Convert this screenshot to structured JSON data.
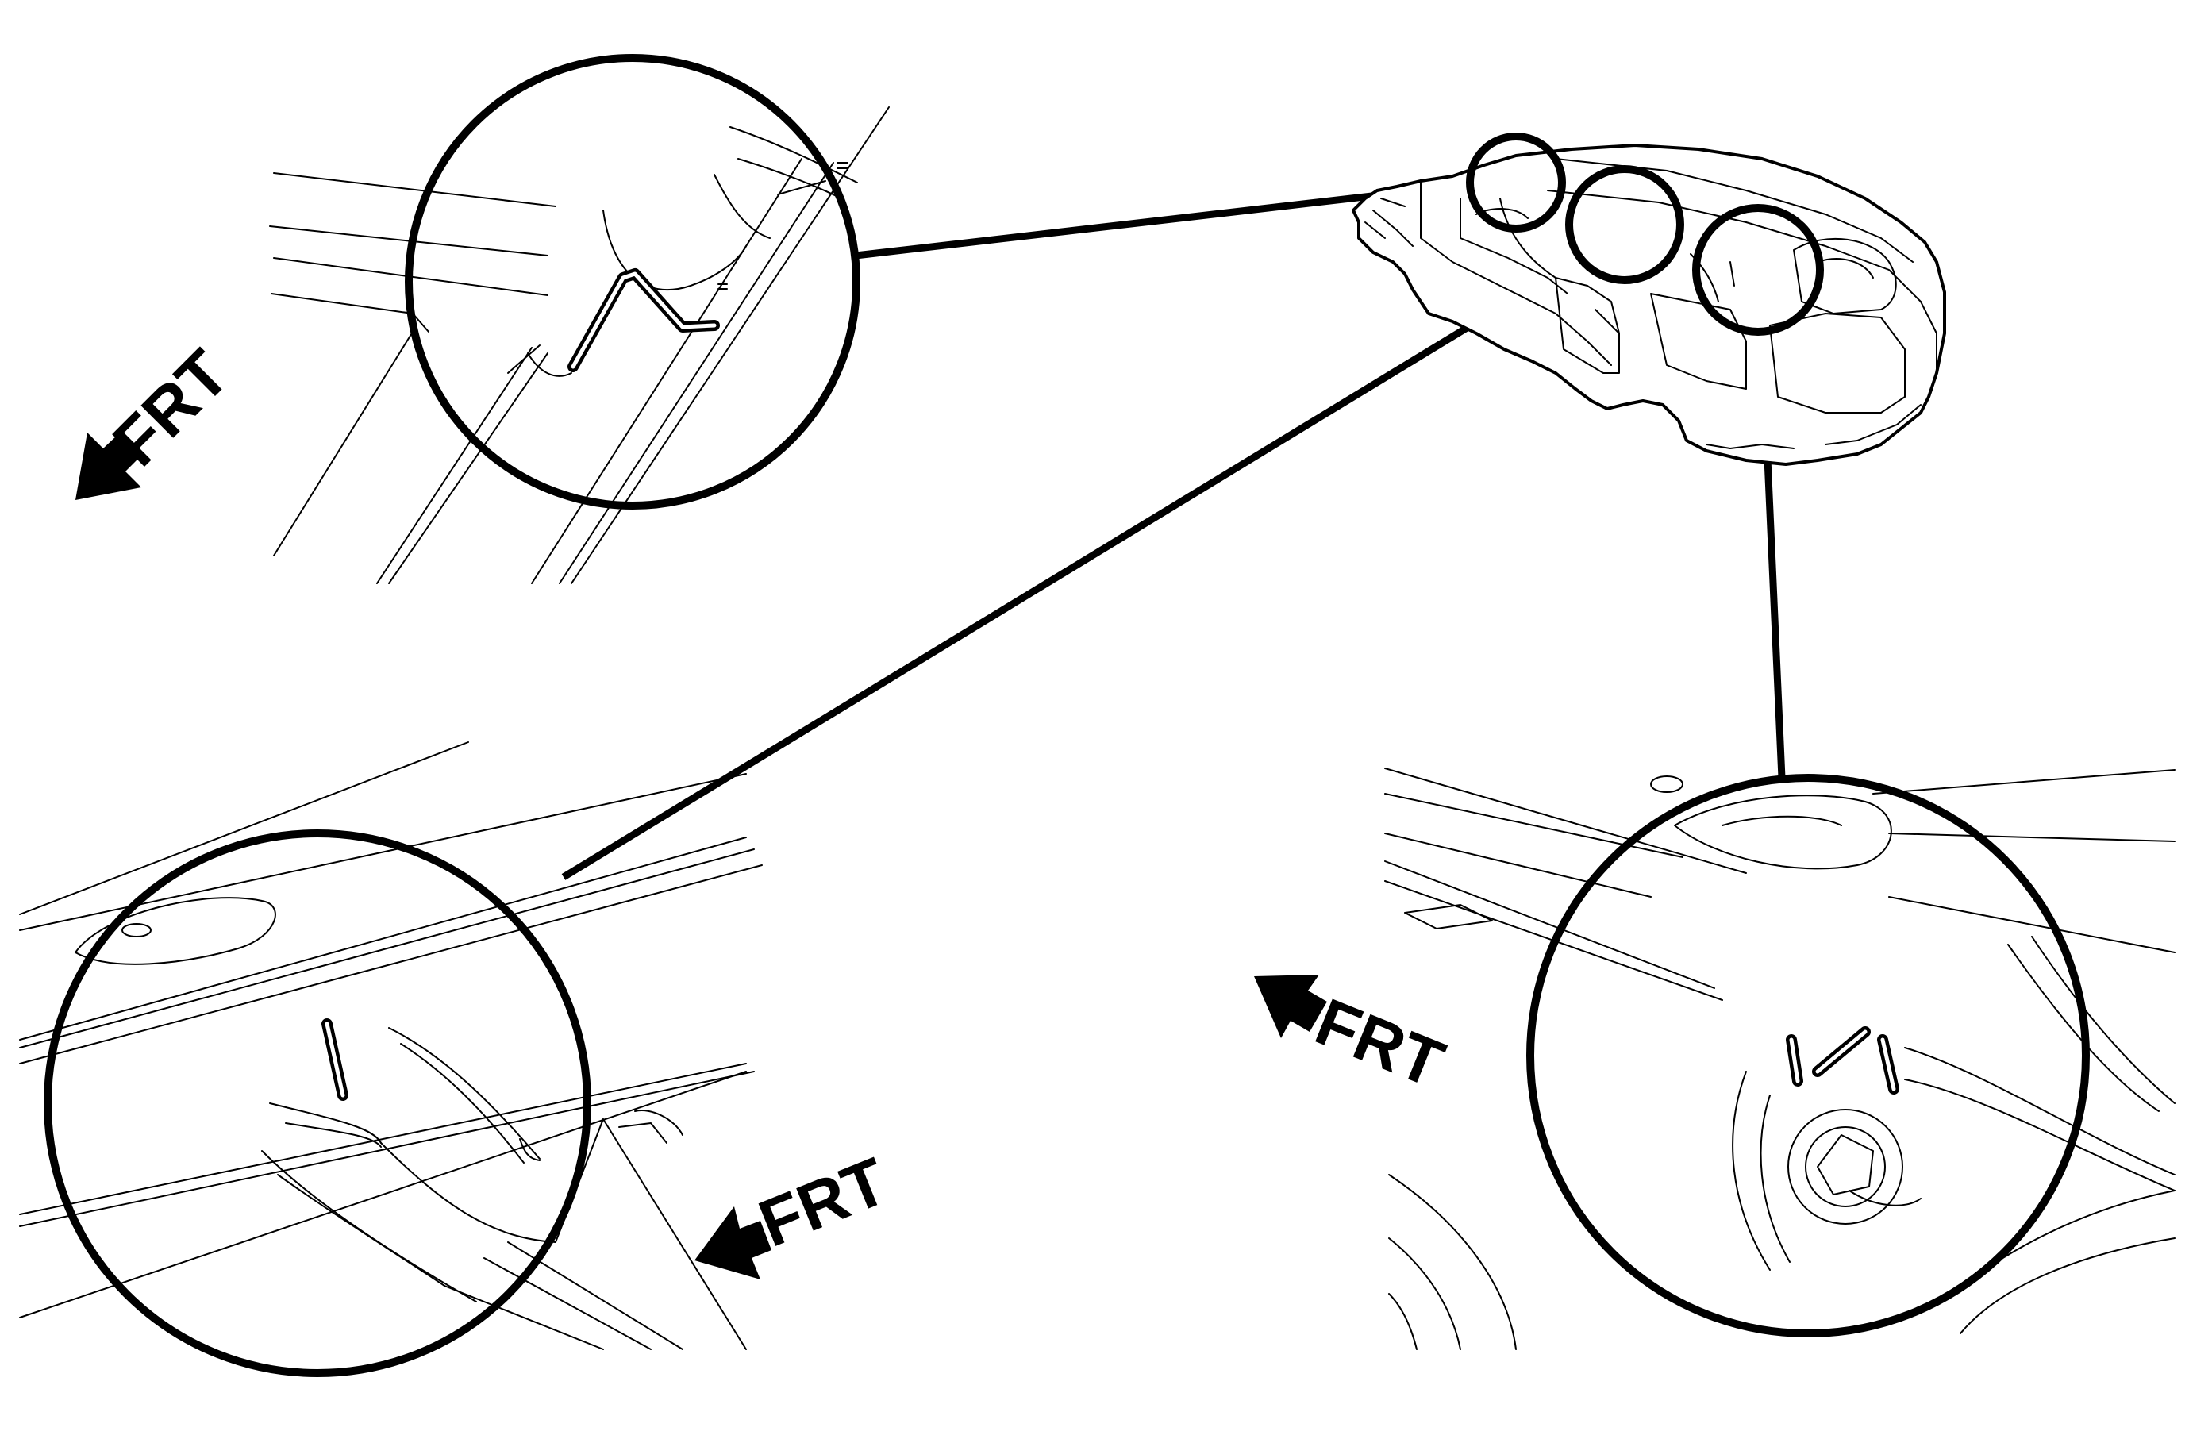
{
  "labels": {
    "frt_top_left": "FRT",
    "frt_bottom_left": "FRT",
    "frt_bottom_right": "FRT"
  },
  "colors": {
    "line": "#000000",
    "background": "#ffffff"
  }
}
